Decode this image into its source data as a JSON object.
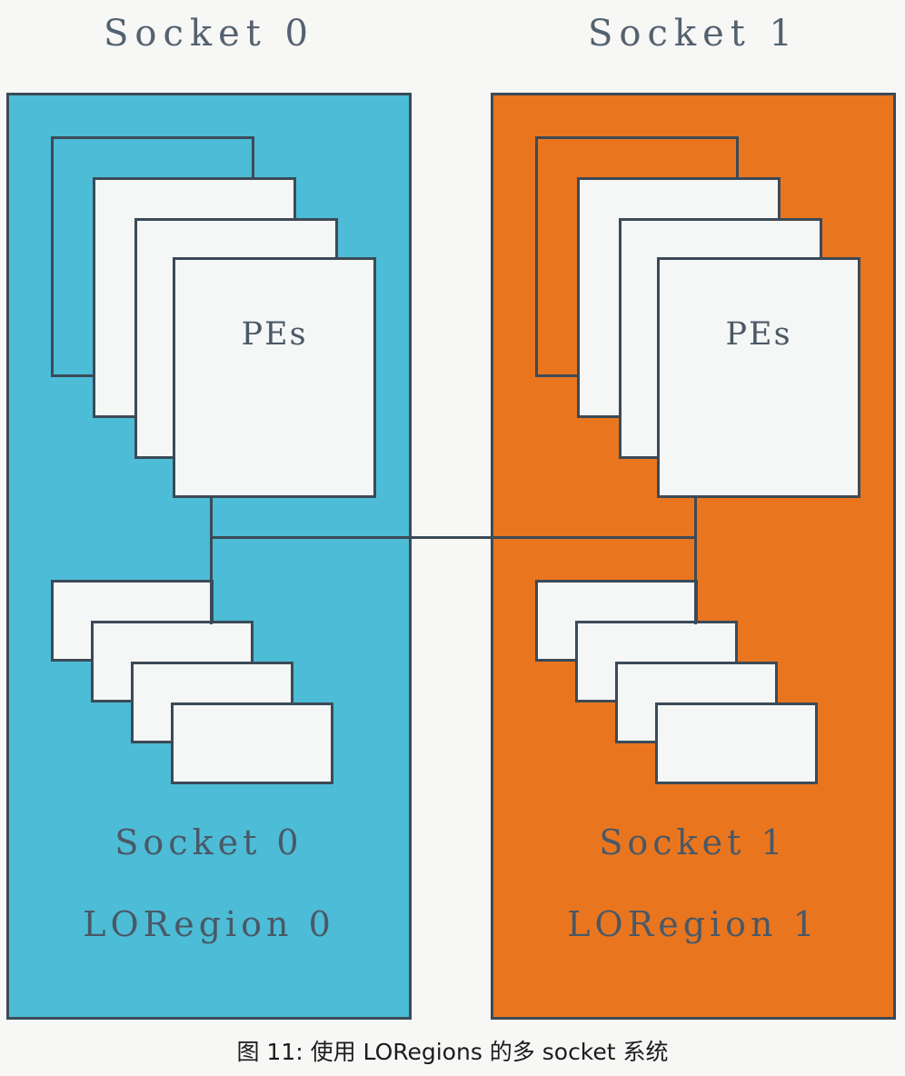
{
  "figure": {
    "caption": "图 11: 使用 LORegions 的多 socket 系统",
    "background_color": "#f7f7f6",
    "stroke_color": "#3c4a57",
    "card_fill_color": "#f5f6f6"
  },
  "sockets": [
    {
      "title": "Socket 0",
      "panel_color": "#4dbcd6",
      "pes_label": "PEs",
      "pes_card_count": 4,
      "memory_card_count": 4,
      "label_line1": "Socket 0",
      "label_line2": "LORegion 0"
    },
    {
      "title": "Socket 1",
      "panel_color": "#e9761f",
      "pes_label": "PEs",
      "pes_card_count": 4,
      "memory_card_count": 4,
      "label_line1": "Socket 1",
      "label_line2": "LORegion 1"
    }
  ],
  "interconnect": {
    "description": "link between socket 0 and socket 1"
  }
}
